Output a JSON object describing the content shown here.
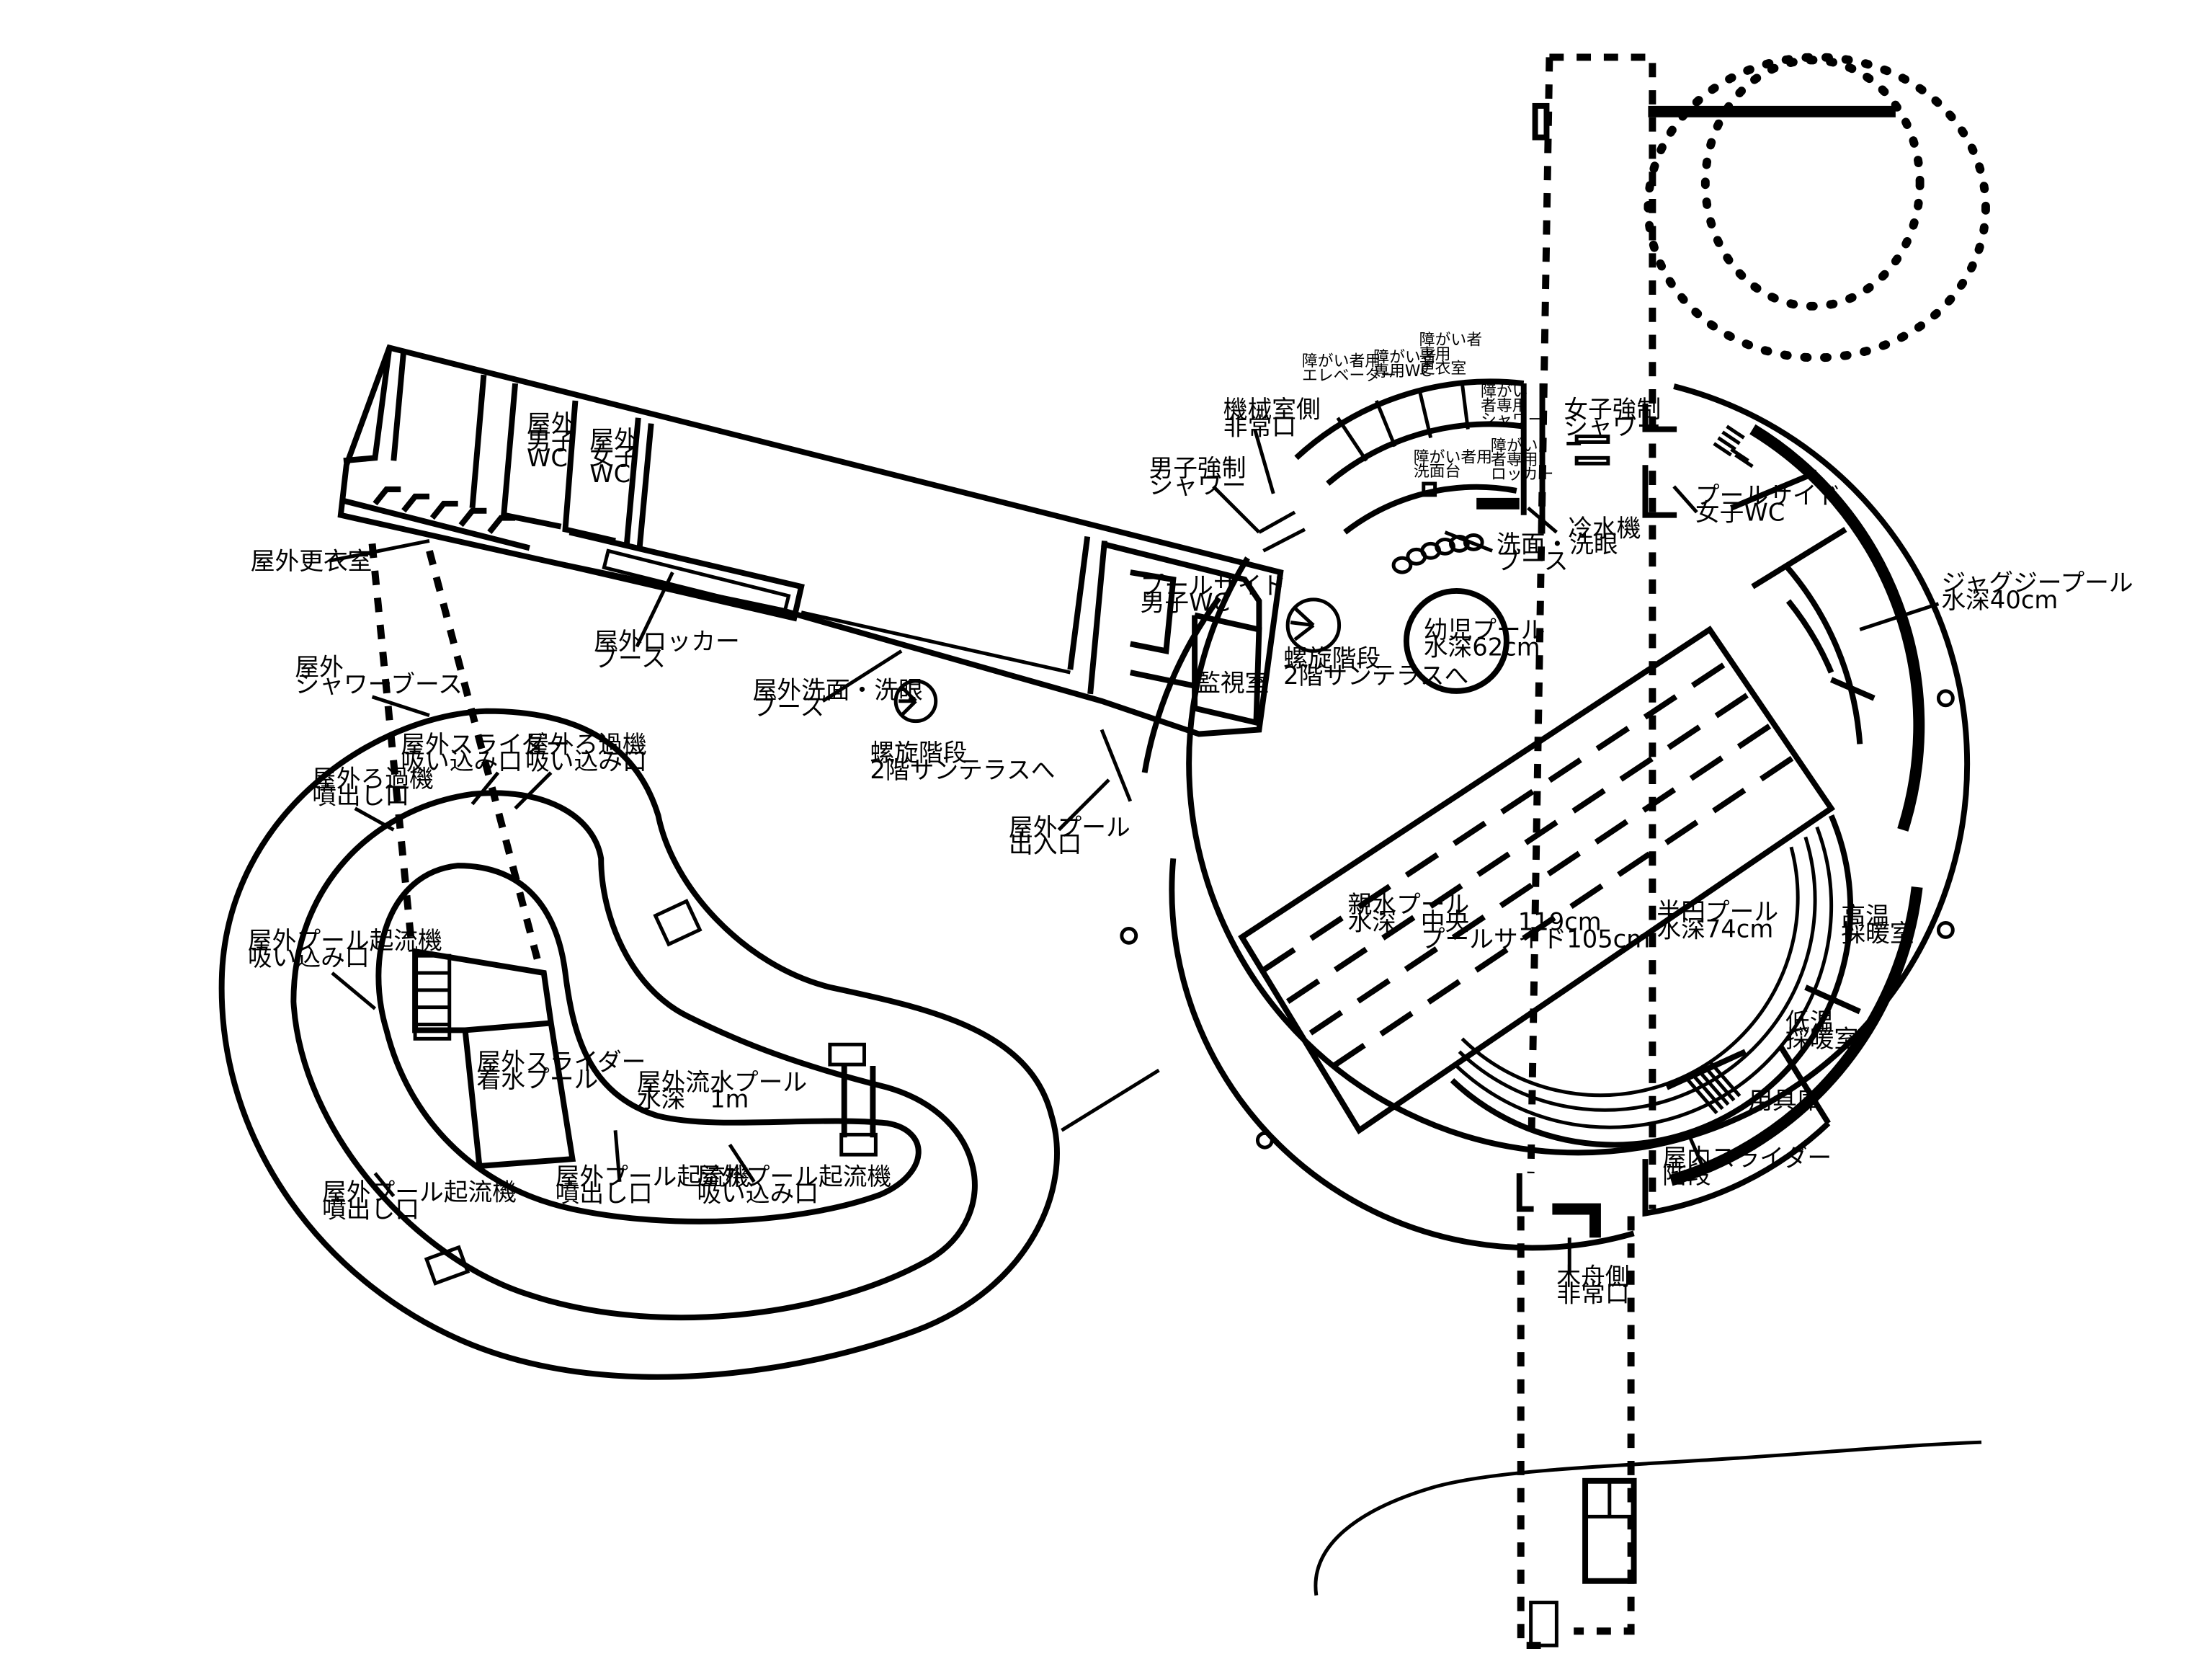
{
  "labels": {
    "outdoor_changing": "屋外更衣室",
    "outdoor_male_wc": [
      "屋外",
      "男子",
      "WC"
    ],
    "outdoor_female_wc": [
      "屋外",
      "女子",
      "WC"
    ],
    "outdoor_locker": [
      "屋外ロッカー",
      "ブース"
    ],
    "outdoor_shower": [
      "屋外",
      "シャワーブース"
    ],
    "outdoor_washing": [
      "屋外洗面・洗眼",
      "ブース"
    ],
    "spiral_stairs_outdoor": [
      "螺旋階段",
      "2階サンテラスへ"
    ],
    "spiral_stairs_indoor": [
      "螺旋階段",
      "2階サンテラスへ"
    ],
    "poolside_male_wc": [
      "プールサイド",
      "男子WC"
    ],
    "monitoring_room": "監視室",
    "machine_room_exit": [
      "機械室側",
      "非常口"
    ],
    "male_shower": [
      "男子強制",
      "シャワー"
    ],
    "disabled_elevator": [
      "障がい者用",
      "エレベーター"
    ],
    "disabled_wc": [
      "障がい者",
      "専用WC"
    ],
    "disabled_changing": [
      "障がい者",
      "専用",
      "更衣室"
    ],
    "disabled_shower": [
      "障がい",
      "者専用",
      "シャワー"
    ],
    "disabled_washbasin": [
      "障がい者用",
      "洗面台"
    ],
    "disabled_locker": [
      "障がい",
      "者専用",
      "ロッカー"
    ],
    "female_shower": [
      "女子強制",
      "シャワー"
    ],
    "water_cooler": "冷水機",
    "wash_booth": [
      "洗面・洗眼",
      "ブース"
    ],
    "poolside_female_wc": [
      "プールサイド",
      "女子WC"
    ],
    "jacuzzi_pool": [
      "ジャグジープール",
      "水深40cm"
    ],
    "infant_pool": [
      "幼児プール",
      "水深62cm"
    ],
    "outdoor_pool_entrance": [
      "屋外プール",
      "出入口"
    ],
    "main_pool": [
      "親水プール",
      "水深　中央　　119cm",
      "　　　プールサイド105cm"
    ],
    "half_pool": [
      "半円プール",
      "水深74cm"
    ],
    "high_temp_room": [
      "高温",
      "採暖室"
    ],
    "low_temp_room": [
      "低温",
      "採暖室"
    ],
    "equipment_storage": "用具庫",
    "indoor_slider_stairs": [
      "屋内スライダー",
      "階段"
    ],
    "wooden_boat_exit": [
      "木舟側",
      "非常口"
    ],
    "outdoor_slider_intake": [
      "屋外スライダー",
      "吸い込み口"
    ],
    "outdoor_filter_intake": [
      "屋外ろ過機",
      "吸い込み口"
    ],
    "outdoor_filter_outlet": [
      "屋外ろ過機",
      "噴出し口"
    ],
    "outdoor_current_intake_left": [
      "屋外プール起流機",
      "吸い込み口"
    ],
    "outdoor_slider_landing": [
      "屋外スライダー",
      "着水プール"
    ],
    "outdoor_flow_pool": [
      "屋外流水プール",
      "水深　1m"
    ],
    "outdoor_current_outlet_mid": [
      "屋外プール起流機",
      "噴出し口"
    ],
    "outdoor_current_intake_mid": [
      "屋外プール起流機",
      "吸い込み口"
    ],
    "outdoor_current_outlet_left": [
      "屋外プール起流機",
      "噴出し口"
    ]
  }
}
